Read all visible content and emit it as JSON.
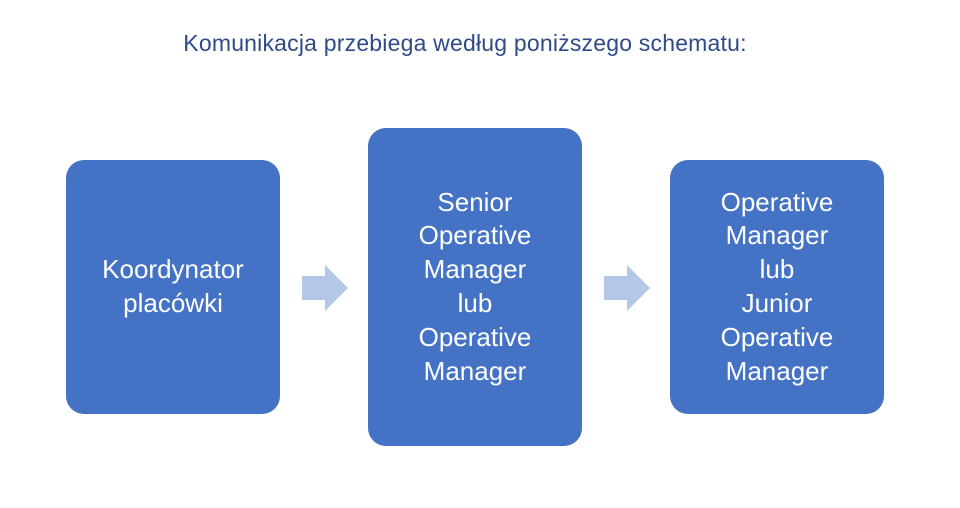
{
  "title": "Komunikacja przebiega według poniższego schematu:",
  "colors": {
    "box_fill": "#4472c4",
    "arrow_fill": "#b4c7e7",
    "title_text": "#2f4a8a",
    "box_text": "#ffffff"
  },
  "flow": {
    "nodes": [
      {
        "label": "Koordynator\nplacówki"
      },
      {
        "label": "Senior\nOperative\nManager\nlub\nOperative\nManager"
      },
      {
        "label": "Operative\nManager\nlub\nJunior\nOperative\nManager"
      }
    ],
    "arrows": [
      {
        "icon": "right-arrow-icon"
      },
      {
        "icon": "right-arrow-icon"
      }
    ]
  }
}
